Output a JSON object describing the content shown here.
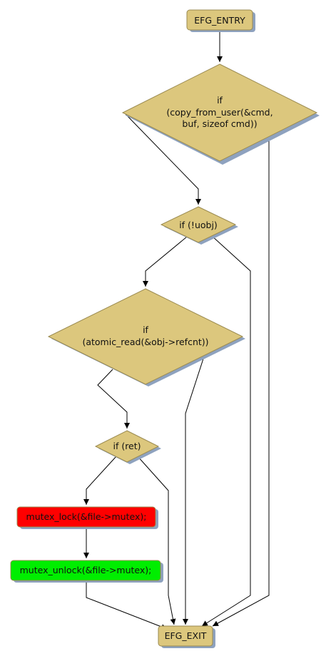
{
  "nodes": {
    "entry": {
      "label": "EFG_ENTRY"
    },
    "if_copy": {
      "lines": [
        "if",
        "(copy_from_user(&cmd,",
        "buf, sizeof cmd))"
      ]
    },
    "if_uobj": {
      "label": "if (!uobj)"
    },
    "if_atomic": {
      "lines": [
        "if",
        "(atomic_read(&obj->refcnt))"
      ]
    },
    "if_ret": {
      "label": "if (ret)"
    },
    "mutex_lock": {
      "label": "mutex_lock(&file->mutex);"
    },
    "mutex_unlock": {
      "label": "mutex_unlock(&file->mutex);"
    },
    "exit": {
      "label": "EFG_EXIT"
    }
  },
  "colors": {
    "node_fill": "#dcc77d",
    "node_stroke": "#9a8a50",
    "shadow": "#8ea2bf",
    "lock_fill": "#ff0000",
    "unlock_fill": "#00ee00",
    "edge": "#000000"
  }
}
